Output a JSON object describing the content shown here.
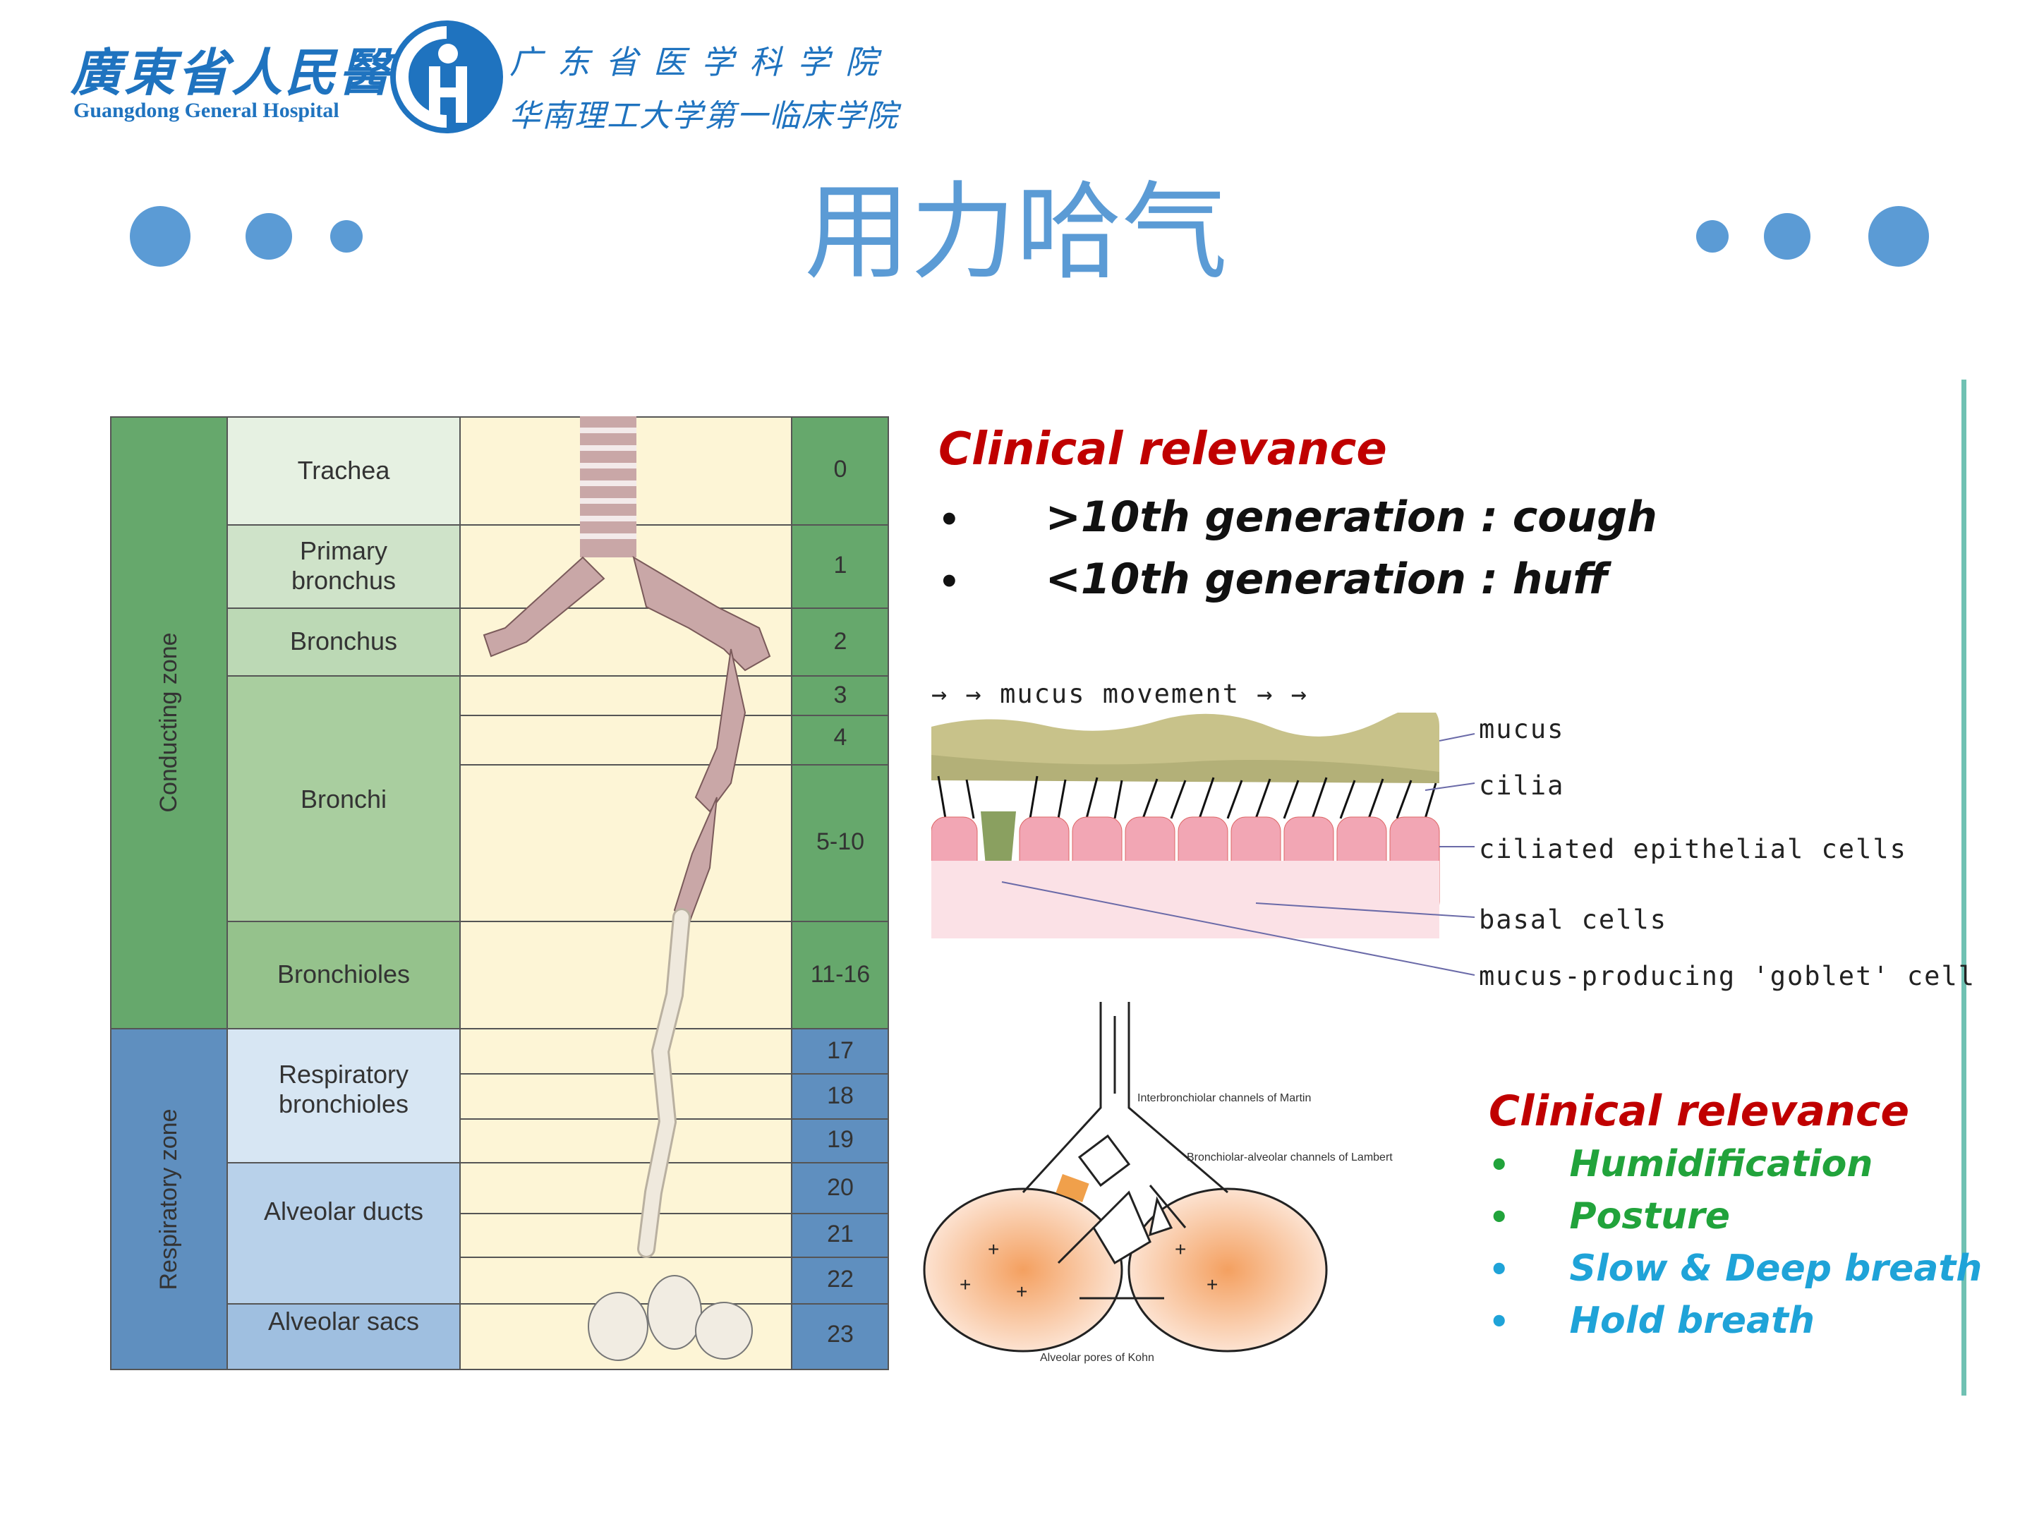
{
  "header": {
    "hospital_cn": "廣東省人民醫院",
    "hospital_en": "Guangdong General Hospital",
    "academy_cn": "广东省医学科学院",
    "university_cn": "华南理工大学第一临床学院"
  },
  "title": "用力哈气",
  "airway": {
    "zones": [
      "Conducting zone",
      "Respiratory zone"
    ],
    "segments": [
      {
        "label": "Trachea",
        "gens": [
          "0"
        ]
      },
      {
        "label": "Primary bronchus",
        "gens": [
          "1"
        ]
      },
      {
        "label": "Bronchus",
        "gens": [
          "2"
        ]
      },
      {
        "label": "Bronchi",
        "gens": [
          "3",
          "4",
          "5-10"
        ]
      },
      {
        "label": "Bronchioles",
        "gens": [
          "11-16"
        ]
      },
      {
        "label": "Respiratory bronchioles",
        "gens": [
          "17",
          "18",
          "19"
        ]
      },
      {
        "label": "Alveolar ducts",
        "gens": [
          "20",
          "21",
          "22"
        ]
      },
      {
        "label": "Alveolar sacs",
        "gens": [
          "23"
        ]
      }
    ]
  },
  "clinical1": {
    "title": "Clinical relevance",
    "items": [
      ">10th generation  : cough",
      "<10th generation  : huff"
    ]
  },
  "mucus_diagram": {
    "movement": "mucus movement",
    "labels": [
      "mucus",
      "cilia",
      "ciliated epithelial cells",
      "basal cells",
      "mucus-producing 'goblet' cell"
    ]
  },
  "collateral_diagram": {
    "labels": [
      "Interbronchiolar channels of Martin",
      "Bronchiolar-alveolar channels of Lambert",
      "Alveolar pores of Kohn"
    ]
  },
  "clinical2": {
    "title": "Clinical relevance",
    "items": [
      {
        "text": "Humidification",
        "color": "#21a33b"
      },
      {
        "text": "Posture",
        "color": "#21a33b"
      },
      {
        "text": "Slow & Deep breath",
        "color": "#1fa3d8"
      },
      {
        "text": "Hold breath",
        "color": "#1fa3d8"
      }
    ]
  },
  "colors": {
    "accent": "#5b9bd5",
    "logo": "#1f73bf",
    "conducting": "#66a86c",
    "respiratory": "#5f8fbf",
    "clinical_title": "#c00000"
  }
}
